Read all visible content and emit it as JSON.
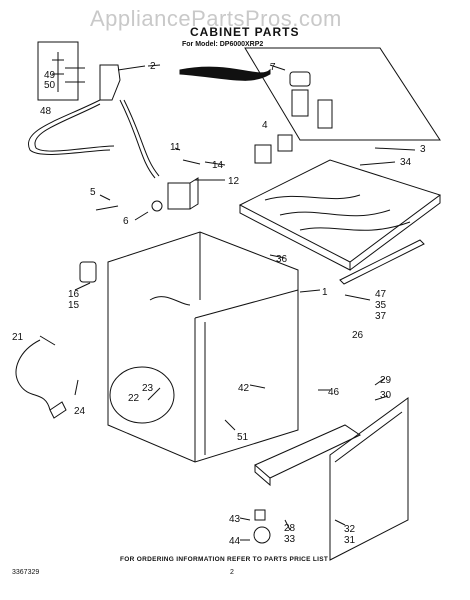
{
  "watermark": "AppliancePartsPros.com",
  "title": "CABINET PARTS",
  "model": "For Model: DP6000XRP2",
  "footer": "FOR ORDERING INFORMATION REFER TO PARTS PRICE LIST",
  "doc_number": "3367329",
  "page_number": "2",
  "callouts": [
    "49",
    "50",
    "48",
    "2",
    "7",
    "4",
    "3",
    "34",
    "11",
    "14",
    "12",
    "5",
    "6",
    "36",
    "1",
    "16",
    "15",
    "47",
    "35",
    "37",
    "26",
    "21",
    "23",
    "22",
    "42",
    "46",
    "51",
    "24",
    "29",
    "30",
    "43",
    "44",
    "28",
    "33",
    "32",
    "31"
  ]
}
